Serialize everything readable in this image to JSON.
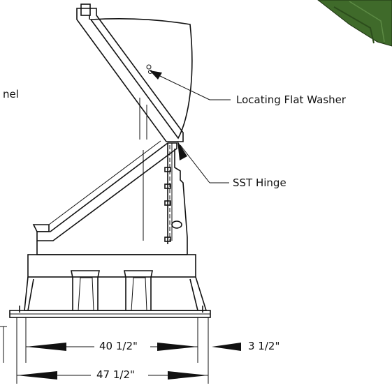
{
  "labels": {
    "washer": "Locating Flat Washer",
    "hinge": "SST Hinge",
    "partial_left": "nel"
  },
  "dimensions": {
    "inner": "40 1/2\"",
    "side": "3 1/2\"",
    "overall": "47 1/2\""
  },
  "colors": {
    "lines": "#111111",
    "panel_green": "#3f6a2a",
    "panel_green_dark": "#2c4d1c"
  }
}
